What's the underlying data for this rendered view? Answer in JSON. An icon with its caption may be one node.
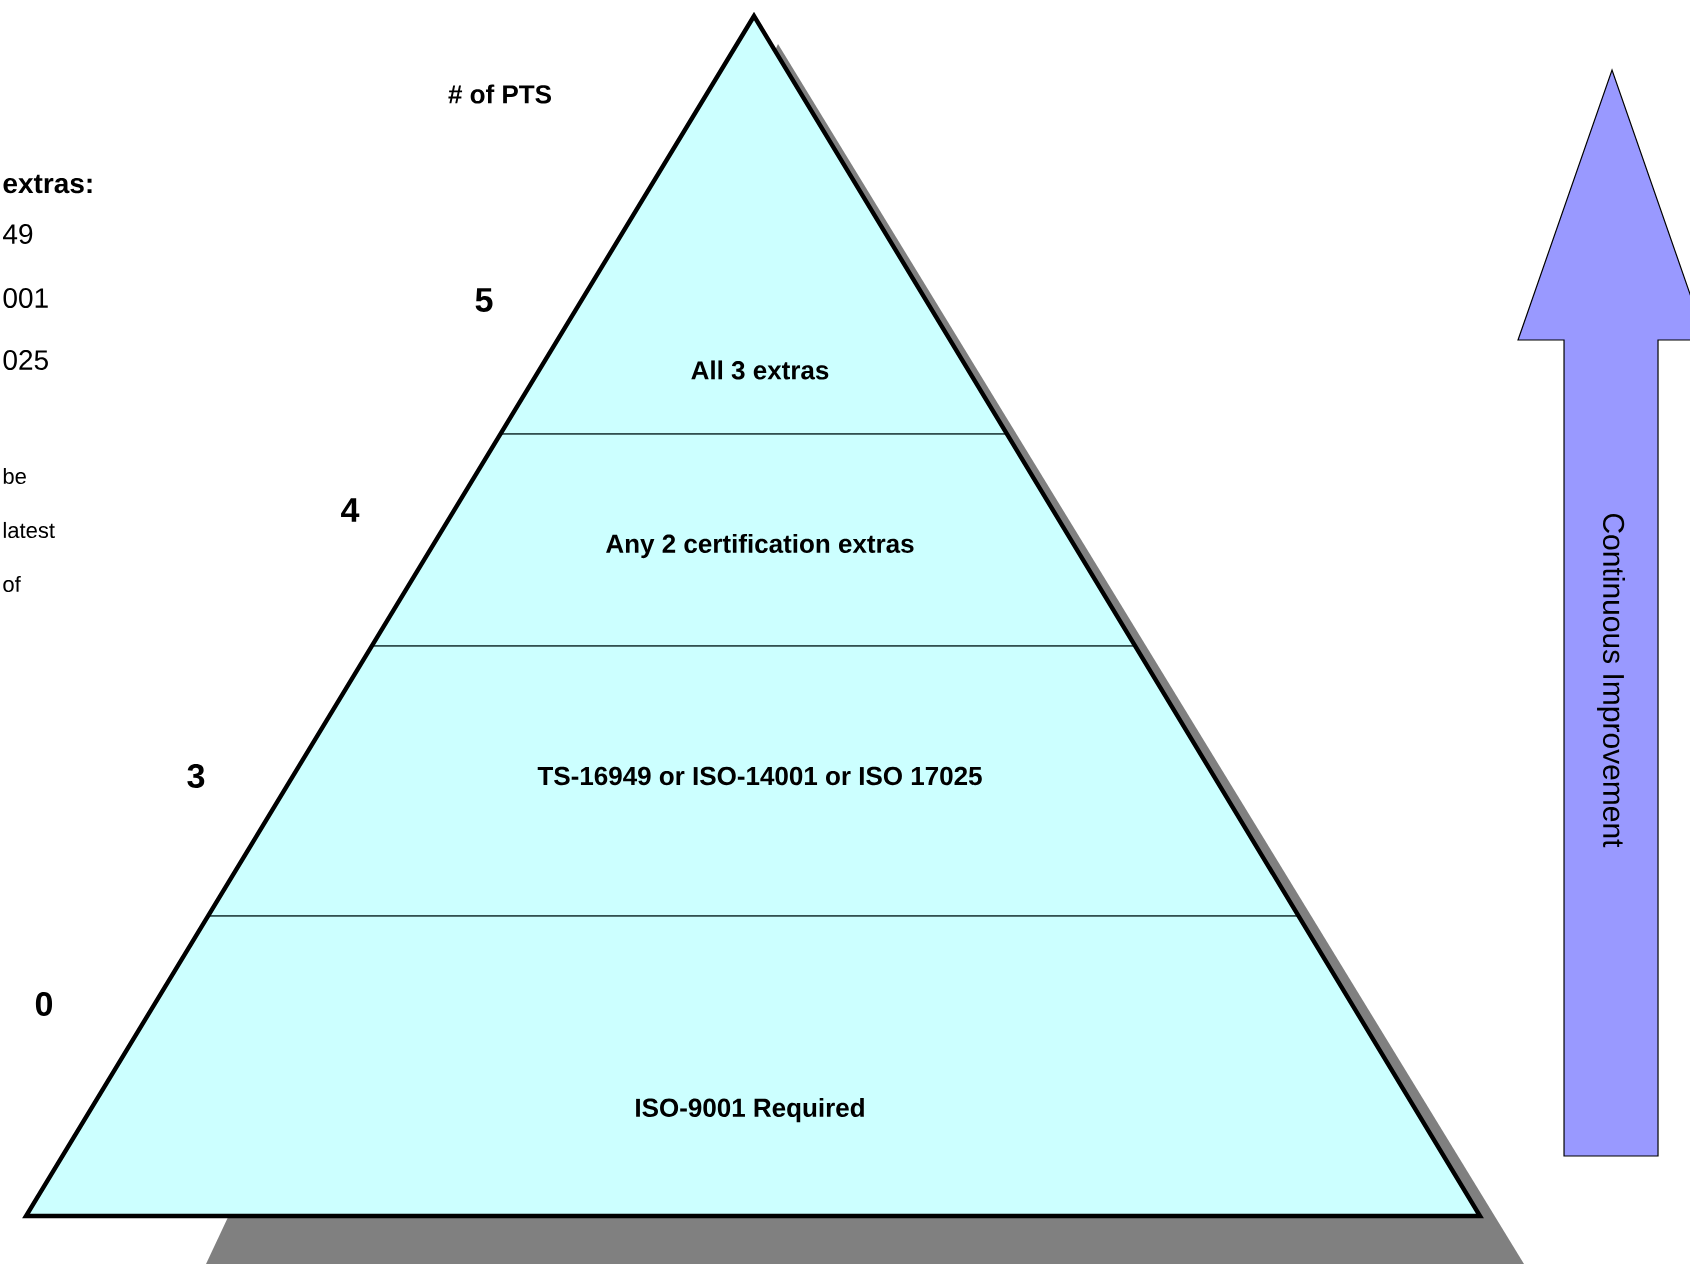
{
  "diagram": {
    "nodes": [
      {
        "text": [
          "All 3 extras"
        ]
      },
      {
        "text": [
          "Any 2 certification extras"
        ]
      },
      {
        "text": [
          "TS-16949 or ISO-14001 or ISO 17025"
        ]
      },
      {
        "text": [
          "ISO-9001 Required"
        ]
      },
      {
        "text": [
          "Continuous Improvement"
        ]
      }
    ],
    "labels": [
      "# of PTS",
      "extras:",
      "49",
      "001",
      "025",
      "be",
      "latest",
      "of",
      "5",
      "4",
      "3",
      "0"
    ]
  }
}
